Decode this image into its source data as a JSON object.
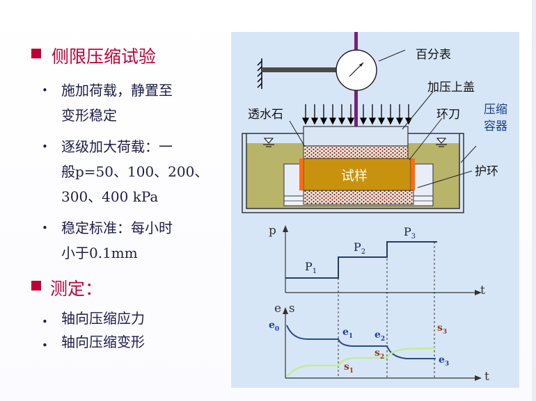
{
  "heading1": "侧限压缩试验",
  "bullets1": [
    {
      "lines": [
        "施加荷载，静置至",
        "变形稳定"
      ]
    },
    {
      "lines": [
        "逐级加大荷载：一",
        "般p=50、100、200、",
        "300、400 kPa"
      ]
    },
    {
      "lines": [
        "稳定标准：每小时",
        "小于0.1mm"
      ]
    }
  ],
  "heading2": "测定：",
  "bullets2": [
    {
      "lines": [
        "轴向压缩应力"
      ]
    },
    {
      "lines": [
        "轴向压缩变形"
      ]
    }
  ],
  "diagram": {
    "dial_gauge": "百分表",
    "loading_cap": "加压上盖",
    "porous_stone": "透水石",
    "ring_knife": "环刀",
    "container": [
      "压缩",
      "容器"
    ],
    "guard_ring": "护环",
    "sample": "试样"
  },
  "graph1": {
    "ylabel": "p",
    "xlabel": "t",
    "loads": [
      {
        "base": "P",
        "sub": "1"
      },
      {
        "base": "P",
        "sub": "2"
      },
      {
        "base": "P",
        "sub": "3"
      }
    ]
  },
  "graph2": {
    "ylabel_e": "e",
    "ylabel_s": "s",
    "xlabel": "t",
    "e_labels": [
      {
        "base": "e",
        "sub": "0"
      },
      {
        "base": "e",
        "sub": "1"
      },
      {
        "base": "e",
        "sub": "2"
      },
      {
        "base": "e",
        "sub": "3"
      }
    ],
    "s_labels": [
      {
        "base": "s",
        "sub": "1"
      },
      {
        "base": "s",
        "sub": "2"
      },
      {
        "base": "s",
        "sub": "3"
      }
    ]
  },
  "colors": {
    "heading": "#c00033",
    "text": "#1d1d4a",
    "figure_bg": "#d7e6f7",
    "water": "#b8b46a",
    "sample": "#c9920e",
    "ring": "#ff6a13",
    "e_curve": "#1e4f8c",
    "s_curve": "#c3ec93",
    "label_e": "#1e3f9a",
    "label_s": "#9a3a16"
  }
}
